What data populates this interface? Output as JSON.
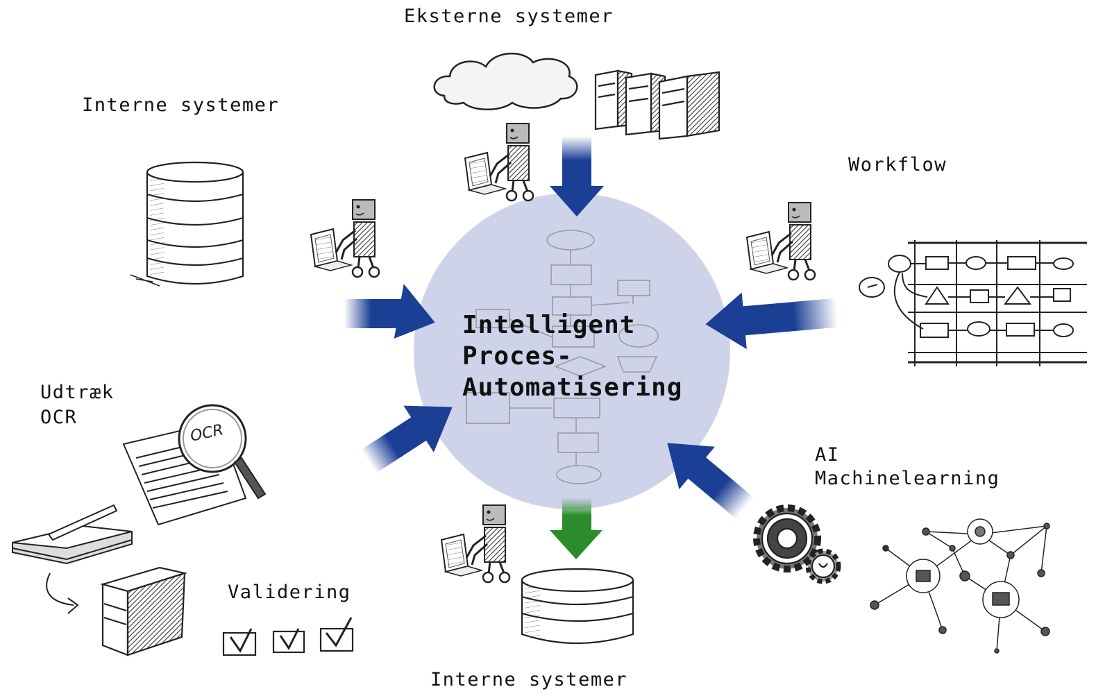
{
  "center": {
    "line1": "Intelligent",
    "line2": "Proces-",
    "line3": "Automatisering"
  },
  "labels": {
    "eksterne": "Eksterne systemer",
    "interne_top": "Interne systemer",
    "workflow": "Workflow",
    "udtraek": "Udtræk",
    "ocr": "OCR",
    "ai": "AI",
    "ml": "Machinelearning",
    "validering": "Validering",
    "interne_bottom": "Interne systemer"
  },
  "icons": {
    "magnifier_text": "OCR"
  },
  "colors": {
    "circle": "#cfd3ea",
    "arrow_in": "#1b3f95",
    "arrow_out": "#2b8c2b"
  }
}
